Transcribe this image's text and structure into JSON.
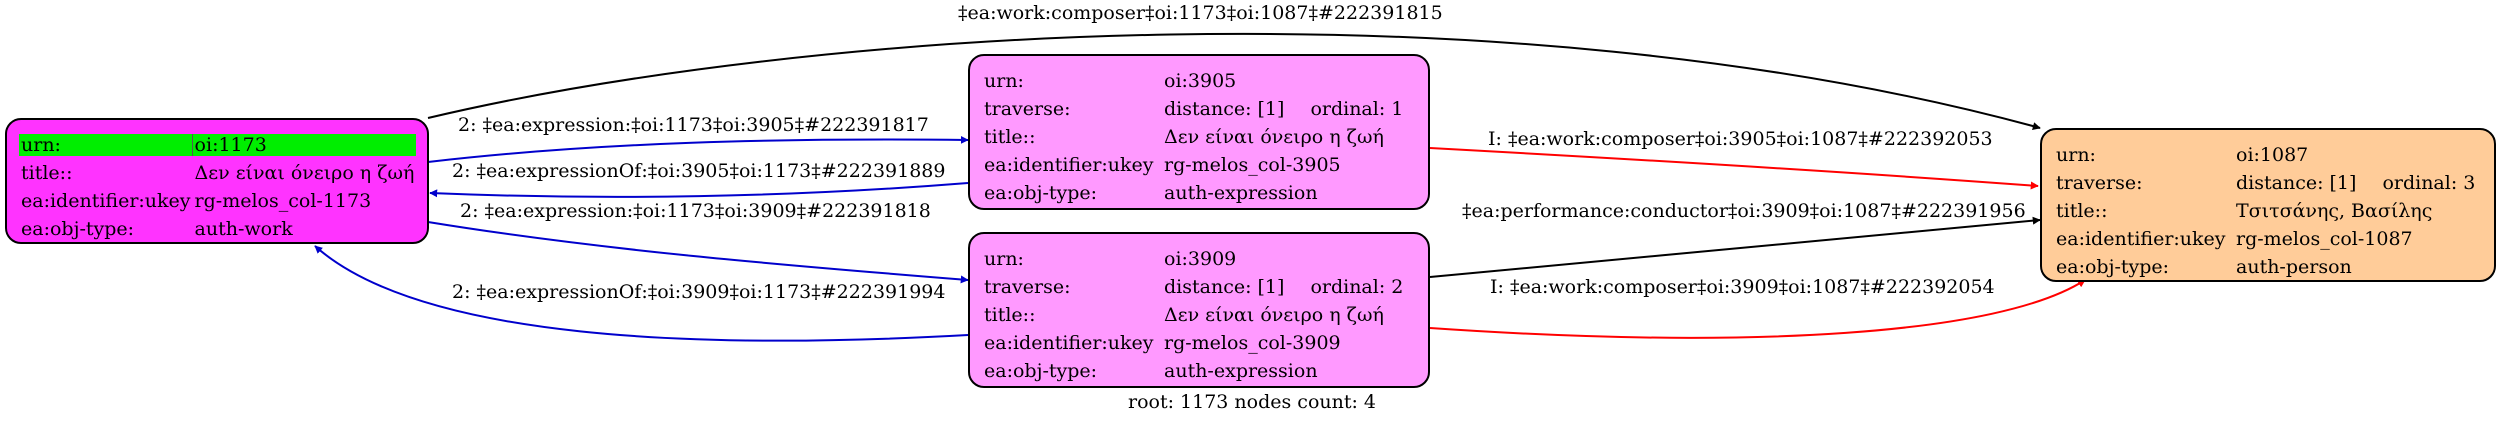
{
  "nodes": {
    "work": {
      "color": "#ff33ff",
      "header_color": "#00ee00",
      "urn_label": "urn:",
      "urn": "oi:1173",
      "title_label": "title::",
      "title": "Δεν είναι όνειρο η ζωή",
      "identifier_label": "ea:identifier:ukey",
      "identifier": "rg-melos_col-1173",
      "objtype_label": "ea:obj-type:",
      "objtype": "auth-work"
    },
    "expr1": {
      "color": "#ff99ff",
      "urn_label": "urn:",
      "urn": "oi:3905",
      "traverse_label": "traverse:",
      "distance": "distance: [1]",
      "ordinal": "ordinal: 1",
      "title_label": "title::",
      "title": "Δεν είναι όνειρο η ζωή",
      "identifier_label": "ea:identifier:ukey",
      "identifier": "rg-melos_col-3905",
      "objtype_label": "ea:obj-type:",
      "objtype": "auth-expression"
    },
    "expr2": {
      "color": "#ff99ff",
      "urn_label": "urn:",
      "urn": "oi:3909",
      "traverse_label": "traverse:",
      "distance": "distance: [1]",
      "ordinal": "ordinal: 2",
      "title_label": "title::",
      "title": "Δεν είναι όνειρο η ζωή",
      "identifier_label": "ea:identifier:ukey",
      "identifier": "rg-melos_col-3909",
      "objtype_label": "ea:obj-type:",
      "objtype": "auth-expression"
    },
    "person": {
      "color": "#ffcc99",
      "urn_label": "urn:",
      "urn": "oi:1087",
      "traverse_label": "traverse:",
      "distance": "distance: [1]",
      "ordinal": "ordinal: 3",
      "title_label": "title::",
      "title": "Τσιτσάνης, Βασίλης",
      "identifier_label": "ea:identifier:ukey",
      "identifier": "rg-melos_col-1087",
      "objtype_label": "ea:obj-type:",
      "objtype": "auth-person"
    }
  },
  "edges": [
    {
      "id": "composer-top",
      "label": "‡ea:work:composer‡oi:1173‡oi:1087‡#222391815",
      "color": "#000000"
    },
    {
      "id": "expression-3905",
      "label": "2: ‡ea:expression:‡oi:1173‡oi:3905‡#222391817",
      "color": "#0000cc"
    },
    {
      "id": "expressionof-3905",
      "label": "2: ‡ea:expressionOf:‡oi:3905‡oi:1173‡#222391889",
      "color": "#0000cc"
    },
    {
      "id": "expression-3909",
      "label": "2: ‡ea:expression:‡oi:1173‡oi:3909‡#222391818",
      "color": "#0000cc"
    },
    {
      "id": "expressionof-3909",
      "label": "2: ‡ea:expressionOf:‡oi:3909‡oi:1173‡#222391994",
      "color": "#0000cc"
    },
    {
      "id": "composer-3905",
      "label": "I: ‡ea:work:composer‡oi:3905‡oi:1087‡#222392053",
      "color": "#ff0000"
    },
    {
      "id": "conductor-3909",
      "label": "‡ea:performance:conductor‡oi:3909‡oi:1087‡#222391956",
      "color": "#000000"
    },
    {
      "id": "composer-3909",
      "label": "I: ‡ea:work:composer‡oi:3909‡oi:1087‡#222392054",
      "color": "#ff0000"
    }
  ],
  "footer": "root: 1173 nodes count: 4"
}
